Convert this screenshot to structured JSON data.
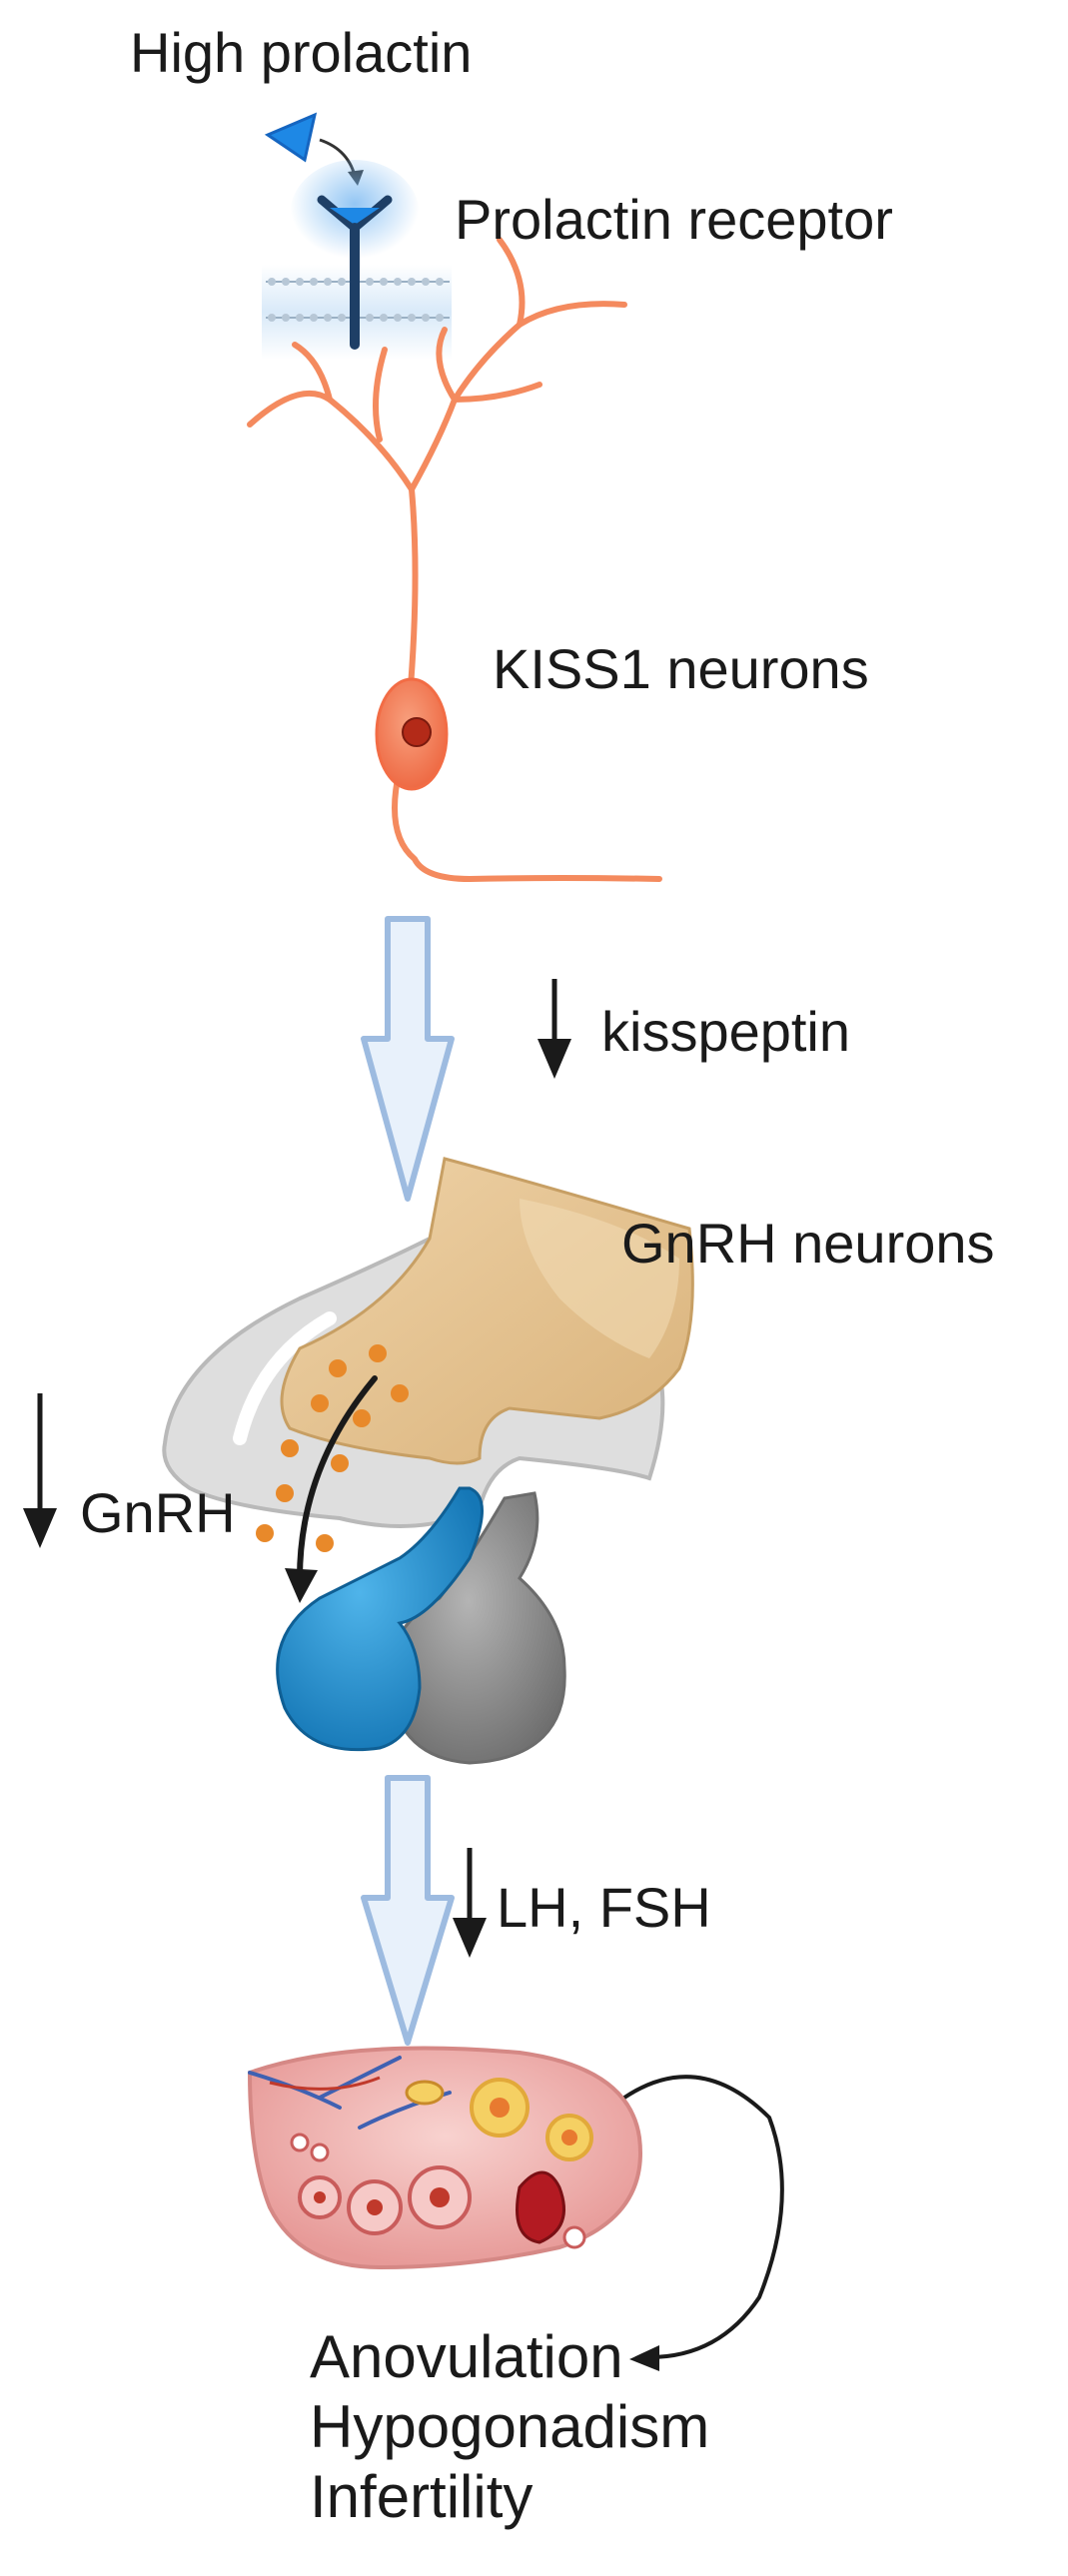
{
  "labels": {
    "high_prolactin": "High prolactin",
    "prolactin_receptor": "Prolactin receptor",
    "kiss1_neurons": "KISS1 neurons",
    "kisspeptin": "kisspeptin",
    "gnrh_neurons": "GnRH neurons",
    "gnrh": "GnRH",
    "lh_fsh": "LH, FSH"
  },
  "outcomes": [
    "Anovulation",
    "Hypogonadism",
    "Infertility"
  ],
  "colors": {
    "prolactin": "#1e88e5",
    "receptor": "#1e3f66",
    "membrane": "#9ab0c4",
    "neuron": "#f48a5e",
    "neuron_soma": "#f26c45",
    "nucleus": "#b32a18",
    "flow_arrow_fill": "#e8f1fb",
    "flow_arrow_stroke": "#9dbbe0",
    "gnrh_tan": "#e2c08e",
    "gnrh_grey": "#d8d8d8",
    "granule": "#e8892a",
    "pituitary_blue": "#1f8fd0",
    "pituitary_grey": "#8a8a8a",
    "ovary": "#f1b7b5",
    "follicle": "#f5d063",
    "decrease_arrow": "#1a1a1a"
  },
  "icons": {
    "hormone": "triangle-hormone-icon",
    "receptor": "y-receptor-icon",
    "neuron": "neuron-icon",
    "hypothalamus": "gnrh-neuron-icon",
    "pituitary": "pituitary-gland-icon",
    "ovary": "ovary-icon",
    "decrease": "down-arrow-icon"
  }
}
